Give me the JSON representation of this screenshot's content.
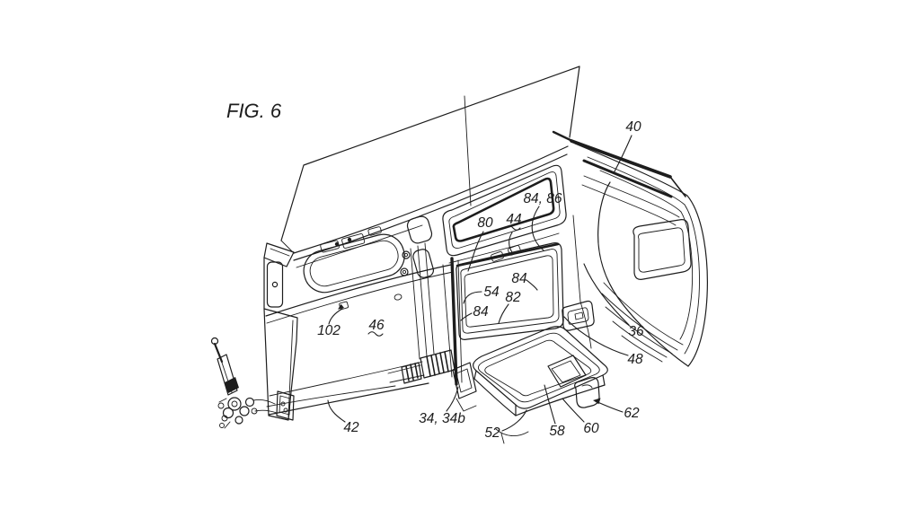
{
  "figure": {
    "label": "FIG. 6",
    "type": "patent-line-drawing"
  },
  "style": {
    "background": "#ffffff",
    "line_color": "#1d1d1d",
    "text_color": "#1d1d1d"
  },
  "reference_numerals": [
    {
      "id": "40",
      "text": "40"
    },
    {
      "id": "84-86",
      "text": "84, 86"
    },
    {
      "id": "80",
      "text": "80"
    },
    {
      "id": "44",
      "text": "44",
      "tilde_underline": true
    },
    {
      "id": "84-upper",
      "text": "84"
    },
    {
      "id": "54",
      "text": "54"
    },
    {
      "id": "82",
      "text": "82"
    },
    {
      "id": "84-lower",
      "text": "84"
    },
    {
      "id": "36",
      "text": "36"
    },
    {
      "id": "46",
      "text": "46",
      "tilde_underline": true
    },
    {
      "id": "102",
      "text": "102"
    },
    {
      "id": "48",
      "text": "48"
    },
    {
      "id": "42",
      "text": "42"
    },
    {
      "id": "34-34b",
      "text": "34, 34b"
    },
    {
      "id": "52",
      "text": "52"
    },
    {
      "id": "58",
      "text": "58"
    },
    {
      "id": "60",
      "text": "60"
    },
    {
      "id": "62",
      "text": "62"
    }
  ]
}
